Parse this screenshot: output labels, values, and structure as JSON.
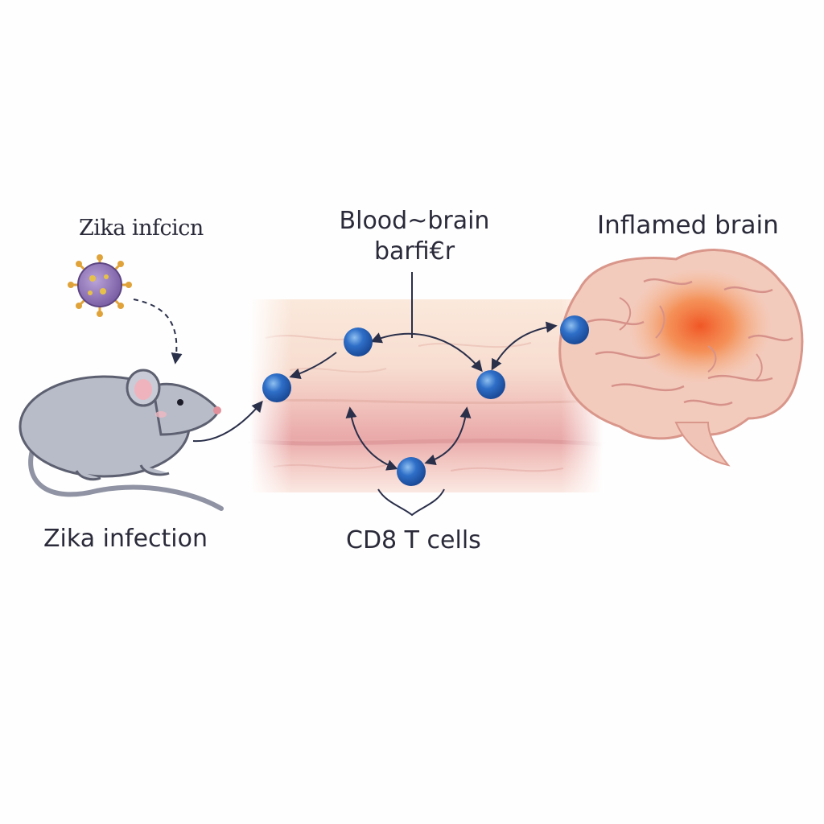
{
  "labels": {
    "virus_label": "Zika infcicn",
    "barrier_label_line1": "Blood~brain",
    "barrier_label_line2": "barfi€r",
    "brain_label": "Inflamed brain",
    "mouse_label": "Zika infection",
    "cells_label": "CD8 T cells"
  },
  "colors": {
    "t_cell": "#2f6fc8",
    "virus": "#8a6fb0",
    "virus_spikes": "#e0a33a",
    "inflammation": "#f05a28",
    "brain": "#f2c7b8",
    "mouse": "#b8bcc8",
    "arrow": "#2a2f4a"
  }
}
